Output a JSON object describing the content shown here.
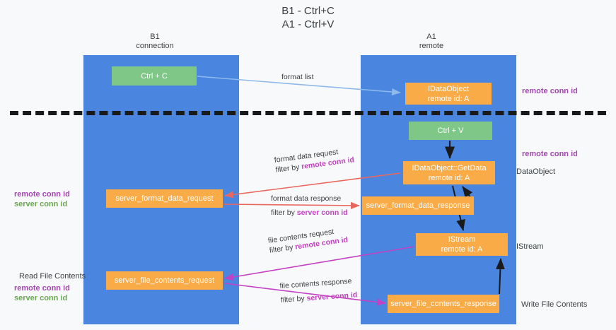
{
  "title": "B1 - Ctrl+C\nA1 - Ctrl+V",
  "lanes": {
    "left": {
      "label": "B1\nconnection",
      "color": "#4a86e0"
    },
    "right": {
      "label": "A1\nremote",
      "color": "#4a86e0"
    }
  },
  "boxes": {
    "ctrl_c": "Ctrl + C",
    "ctrl_v": "Ctrl + V",
    "idataobject": "IDataObject\nremote id: A",
    "getdata": "IDataObject::GetData\nremote id: A",
    "istream": "IStream\nremote id: A",
    "server_format_data_request": "server_format_data_request",
    "server_format_data_response": "server_format_data_response",
    "server_file_contents_request": "server_file_contents_request",
    "server_file_contents_response": "server_file_contents_response"
  },
  "edge_labels": {
    "format_list": "format list",
    "format_data_request": "format data request",
    "format_data_request_filter_prefix": "filter by ",
    "format_data_request_filter_key": "remote conn id",
    "format_data_response": "format data response",
    "format_data_response_filter_prefix": "filter by ",
    "format_data_response_filter_key": "server conn id",
    "file_contents_request": "file contents request",
    "file_contents_request_filter_prefix": "filter by ",
    "file_contents_request_filter_key": "remote conn id",
    "file_contents_response": "file contents response",
    "file_contents_response_filter_prefix": "filter by ",
    "file_contents_response_filter_key": "server conn id"
  },
  "annotations": {
    "right_remote_conn_id_top": "remote conn id",
    "right_remote_conn_id_mid": "remote conn id",
    "right_dataobject": "DataObject",
    "right_istream": "IStream",
    "right_write_file_contents": "Write File Contents",
    "left_remote_conn_id_1": "remote conn id",
    "left_server_conn_id_1": "server conn id",
    "left_read_file_contents": "Read File Contents",
    "left_remote_conn_id_2": "remote conn id",
    "left_server_conn_id_2": "server conn id"
  },
  "colors": {
    "lane_blue": "#4a86e0",
    "box_orange": "#f9ab48",
    "box_green": "#7ec787",
    "arrow_blue": "#9fc5f0",
    "arrow_red": "#e8685f",
    "arrow_magenta": "#c341c3",
    "arrow_black": "#1a1a1a",
    "text_purple": "#a445b2",
    "text_green": "#6aa84f",
    "background": "#f8f9fa"
  }
}
